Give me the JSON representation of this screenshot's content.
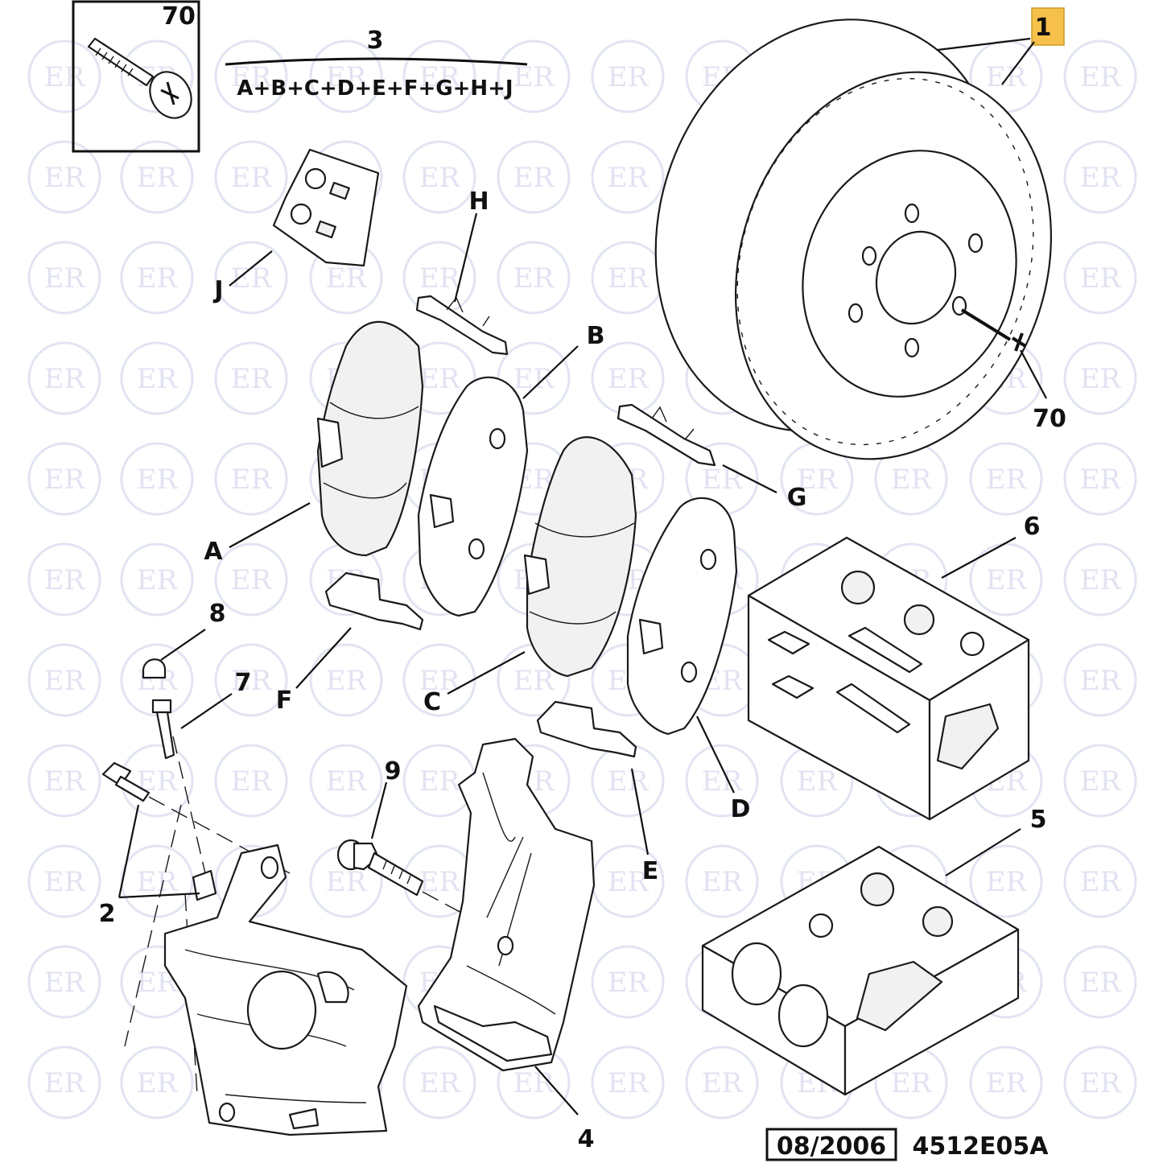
{
  "watermark": "ER",
  "inset": {
    "label": "70"
  },
  "kit": {
    "number": "3",
    "formula": "A+B+C+D+E+F+G+H+J"
  },
  "callouts": {
    "disc": "1",
    "disc_screw": "70",
    "pad_A": "A",
    "pad_B": "B",
    "pad_C": "C",
    "pad_D": "D",
    "clip_E": "E",
    "clip_F": "F",
    "clip_G": "G",
    "clip_H": "H",
    "part_J": "J",
    "box_6": "6",
    "box_5": "5",
    "cap_8": "8",
    "bleeder_7": "7",
    "bolt_9": "9",
    "bolts_2": "2",
    "carrier_4": "4"
  },
  "footer": {
    "date": "08/2006",
    "code": "4512E05A"
  },
  "colors": {
    "highlight": "#f7c04a",
    "ink": "#111111"
  }
}
